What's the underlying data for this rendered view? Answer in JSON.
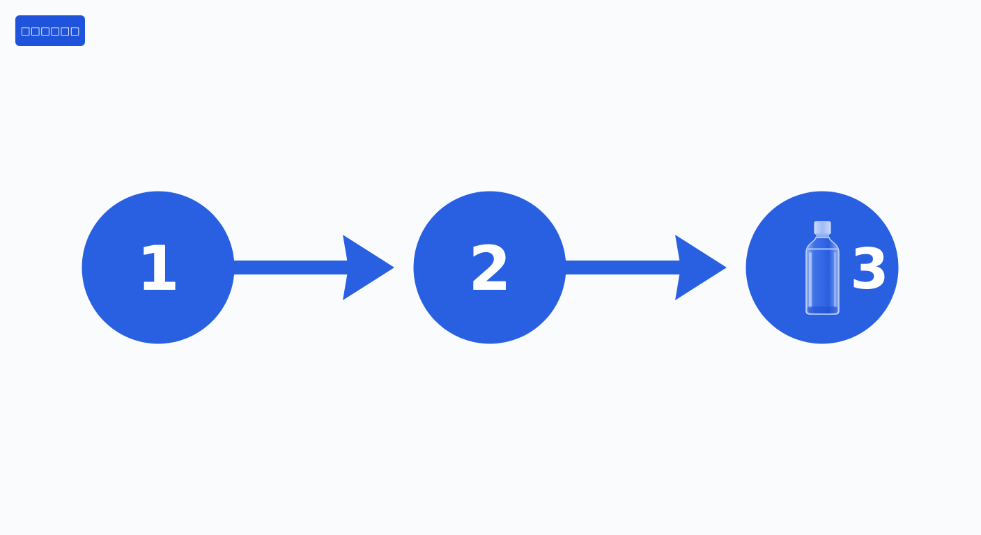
{
  "toolbar": {
    "button_label": "□□□□□□"
  },
  "colors": {
    "accent": "#2860e1",
    "button": "#1f53dc",
    "background": "#fafbfd",
    "text_on_accent": "#ffffff"
  },
  "steps": [
    {
      "label": "1"
    },
    {
      "label": "2"
    },
    {
      "label": "3",
      "icon": "bottle-icon"
    }
  ]
}
